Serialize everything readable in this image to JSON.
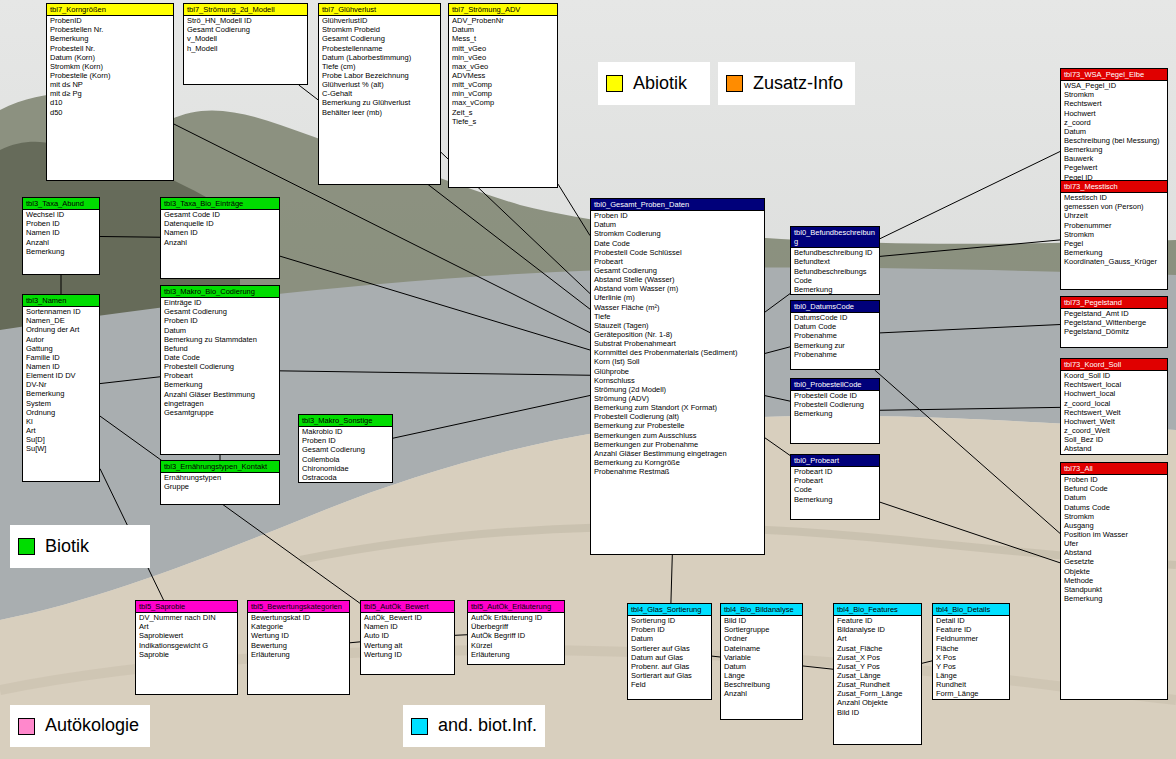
{
  "diagram": {
    "nodes": [
      {
        "text": [
          "tbl7_Korngrößen",
          "ProbenID",
          "Probestellen Nr.",
          "Bemerkung",
          "Probestell Nr.",
          "Datum (Korn)",
          "Stromkm (Korn)",
          "Probestelle (Korn)",
          "mit d≤ NP",
          "mit d≥ Pg",
          "d10",
          "d50"
        ]
      },
      {
        "text": [
          "tbl7_Strömung_2d_Modell",
          "Strö_HN_Modell ID",
          "Gesamt Codierung",
          "v_Modell",
          "h_Modell"
        ]
      },
      {
        "text": [
          "tbl7_Glühverlust",
          "GlühverlustID",
          "Stromkm Probeid",
          "Gesamt Codierung",
          "Probestellenname",
          "Datum (Laborbestimmung)",
          "Tiefe (cm)",
          "Probe Labor Bezeichnung",
          "Glühverlust % (alt)",
          "C-Gehalt",
          "Bemerkung zu Glühverlust",
          "Behälter leer (mb)"
        ]
      },
      {
        "text": [
          "tbl7_Strömung_ADV",
          "ADV_ProbenNr",
          "Datum",
          "Mess_t",
          "mitt_vGeo",
          "min_vGeo",
          "max_vGeo",
          "ADVMess",
          "mitt_vComp",
          "min_vComp",
          "max_vComp",
          "Zeit_s",
          "Tiefe_s"
        ]
      },
      {
        "text": [
          "tbl3_Taxa_Abund",
          "Wechsel ID",
          "Proben ID",
          "Namen ID",
          "Anzahl",
          "Bemerkung"
        ]
      },
      {
        "text": [
          "tbl3_Taxa_Bio_Einträge",
          "Gesamt Code ID",
          "Datenquelle ID",
          "Namen ID",
          "Anzahl"
        ]
      },
      {
        "text": [
          "tbl3_Namen",
          "Sortennamen ID",
          "Namen_DE",
          "Ordnung der Art",
          "Autor",
          "Gattung",
          "Familie ID",
          "Namen ID",
          "Element ID DV",
          "DV-Nr",
          "Bemerkung",
          "System",
          "Ordnung",
          "Kl",
          "Art",
          "Su[D]",
          "Su[W]"
        ]
      },
      {
        "text": [
          "tbl3_Makro_Bio_Codierung",
          "Einträge ID",
          "Gesamt Codierung",
          "Proben ID",
          "Datum",
          "Bemerkung zu Stammdaten",
          "Befund",
          "Date Code",
          "Probestell Codierung",
          "Probeart",
          "Bemerkung",
          "Anzahl Gläser Bestimmung eingetragen",
          "Gesamtgruppe"
        ]
      },
      {
        "text": [
          "tbl3_Ernährungstypen_Kontakt",
          "Ernährungstypen",
          "Gruppe"
        ]
      },
      {
        "text": [
          "tbl3_Makro_Sonstige",
          "Makrobio ID",
          "Proben ID",
          "Gesamt Codierung",
          "Collembola",
          "Chironomidae",
          "Ostracoda"
        ]
      },
      {
        "text": [
          "tbl0_Gesamt_Proben_Daten",
          "Proben ID",
          "Datum",
          "Stromkm Codierung",
          "Date Code",
          "Probestell Code Schlüssel",
          "Probeart",
          "Gesamt Codierung",
          "Abstand Stelle (Wasser)",
          "Abstand vom Wasser (m)",
          "Uferlinie (m)",
          "Wasser Fläche (m²)",
          "Tiefe",
          "Stauzeit (Tagen)",
          "Geräteposition (Nr. 1-8)",
          "Substrat Probenahmeart",
          "Kornmittel des Probenmaterials (Sediment)",
          "Korn (Ist) Soll",
          "Glühprobe",
          "Kornschluss",
          "Strömung (2d Modell)",
          "Strömung (ADV)",
          "Bemerkung zum Standort (X Format)",
          "Probestell Codierung (alt)",
          "Bemerkung zur Probestelle",
          "Bemerkungen zum Ausschluss",
          "Bemerkungen zur Probenahme",
          "Anzahl Gläser Bestimmung eingetragen",
          "Bemerkung zu Korngröße",
          "Probenahme Restmaß"
        ]
      },
      {
        "text": [
          "tbl0_Befundbeschreibung",
          "Befundbeschreibung ID",
          "Befundtext",
          "Befundbeschreibungs Code",
          "Bemerkung"
        ]
      },
      {
        "text": [
          "tbl0_DatumsCode",
          "DatumsCode ID",
          "Datum Code",
          "Probenahme",
          "Bemerkung zur Probenahme"
        ]
      },
      {
        "text": [
          "tbl0_ProbestellCode",
          "Probestell Code ID",
          "Probestell Codierung",
          "Bemerkung"
        ]
      },
      {
        "text": [
          "tbl0_Probeart",
          "Probeart ID",
          "Probeart",
          "Code",
          "Bemerkung"
        ]
      },
      {
        "text": [
          "tbl73_WSA_Pegel_Elbe",
          "WSA_Pegel_ID",
          "Stromkm",
          "Rechtswert",
          "Hochwert",
          "z_coord",
          "Datum",
          "Beschreibung (bei Messung)",
          "Bemerkung",
          "Bauwerk",
          "Pegelwert",
          "Pegel ID"
        ]
      },
      {
        "text": [
          "tbl73_Messtisch",
          "Messtisch ID",
          "gemessen von (Person)",
          "Uhrzeit",
          "Probenummer",
          "Stromkm",
          "Pegel",
          "Bemerkung",
          "Koordinaten_Gauss_Krüger"
        ]
      },
      {
        "text": [
          "tbl73_Pegelstand",
          "Pegelstand_Amt ID",
          "Pegelstand_Wittenberge",
          "Pegelstand_Dömitz"
        ]
      },
      {
        "text": [
          "tbl73_Koord_Soll",
          "Koord_Soll ID",
          "Rechtswert_local",
          "Hochwert_local",
          "z_coord_local",
          "Rechtswert_Welt",
          "Hochwert_Welt",
          "z_coord_Welt",
          "Soll_Bez ID",
          "Abstand"
        ]
      },
      {
        "text": [
          "tbl73_All",
          "Proben ID",
          "Befund Code",
          "Datum",
          "Datums Code",
          "Stromkm",
          "Ausgang",
          "Position im Wasser",
          "Ufer",
          "Abstand",
          "Gesetzte",
          "Objekte",
          "Methode",
          "Standpunkt",
          "Bemerkung"
        ]
      },
      {
        "text": [
          "tbl5_Saprobie",
          "DV_Nummer nach DIN",
          "Art",
          "Saprobiewert",
          "Indikationsgewicht G",
          "Saprobie"
        ]
      },
      {
        "text": [
          "tbl5_Bewertungskategorien",
          "Bewertungskat ID",
          "Kategorie",
          "Wertung ID",
          "Bewertung",
          "Erläuterung"
        ]
      },
      {
        "text": [
          "tbl5_AutÖk_Bewert",
          "AutÖk_Bewert ID",
          "Namen ID",
          "Auto ID",
          "Wertung alt",
          "Wertung ID"
        ]
      },
      {
        "text": [
          "tbl5_AutÖk_Erläuterung",
          "AutÖk Erläuterung ID",
          "Überbegriff",
          "AutÖk Begriff ID",
          "Kürzel",
          "Erläuterung"
        ]
      },
      {
        "text": [
          "tbl4_Glas_Sortierung",
          "Sortierung ID",
          "Proben ID",
          "Datum",
          "Sortierer auf Glas",
          "Datum auf Glas",
          "Probenr. auf Glas",
          "Sortierart auf Glas",
          "Feld"
        ]
      },
      {
        "text": [
          "tbl4_Bio_Bildanalyse",
          "Bild ID",
          "Sortiergruppe",
          "Ordner",
          "Dateiname",
          "Variable",
          "Datum",
          "Länge",
          "Beschreibung",
          "Anzahl"
        ]
      },
      {
        "text": [
          "tbl4_Bio_Features",
          "Feature ID",
          "Bildanalyse ID",
          "Art",
          "Zusat_Fläche",
          "Zusat_X Pos",
          "Zusat_Y Pos",
          "Zusat_Länge",
          "Zusat_Rundheit",
          "Zusat_Form_Länge",
          "Anzahl Objekte",
          "Bild ID"
        ]
      },
      {
        "text": [
          "tbl4_Bio_Details",
          "Detail ID",
          "Feature ID",
          "Feldnummer",
          "Fläche",
          "X Pos",
          "Y Pos",
          "Länge",
          "Rundheit",
          "Form_Länge"
        ]
      }
    ],
    "edges": [
      {
        "from": 0,
        "to": 10,
        "arrow": "none"
      },
      {
        "from": 1,
        "to": 10,
        "arrow": "none"
      },
      {
        "from": 2,
        "to": 10,
        "arrow": "none"
      },
      {
        "from": 3,
        "to": 10,
        "arrow": "none"
      },
      {
        "from": 4,
        "to": 5,
        "arrow": "none"
      },
      {
        "from": 4,
        "to": 6,
        "arrow": "none"
      },
      {
        "from": 5,
        "to": 10,
        "arrow": "none"
      },
      {
        "from": 6,
        "to": 7,
        "arrow": "none"
      },
      {
        "from": 7,
        "to": 10,
        "arrow": "none"
      },
      {
        "from": 8,
        "to": 7,
        "arrow": "none"
      },
      {
        "from": 9,
        "to": 10,
        "arrow": "none"
      },
      {
        "from": 10,
        "to": 11,
        "arrow": "none"
      },
      {
        "from": 10,
        "to": 12,
        "arrow": "none"
      },
      {
        "from": 10,
        "to": 13,
        "arrow": "none"
      },
      {
        "from": 10,
        "to": 14,
        "arrow": "none"
      },
      {
        "from": 11,
        "to": 15,
        "arrow": "none"
      },
      {
        "from": 11,
        "to": 16,
        "arrow": "none"
      },
      {
        "from": 12,
        "to": 17,
        "arrow": "none"
      },
      {
        "from": 13,
        "to": 18,
        "arrow": "none"
      },
      {
        "from": 14,
        "to": 19,
        "arrow": "none"
      },
      {
        "from": 12,
        "to": 19,
        "arrow": "none"
      },
      {
        "from": 20,
        "to": 6,
        "arrow": "none"
      },
      {
        "from": 21,
        "to": 22,
        "arrow": "none"
      },
      {
        "from": 22,
        "to": 23,
        "arrow": "none"
      },
      {
        "from": 22,
        "to": 6,
        "arrow": "none"
      },
      {
        "from": 24,
        "to": 10,
        "arrow": "none"
      },
      {
        "from": 24,
        "to": 25,
        "arrow": "none"
      },
      {
        "from": 25,
        "to": 26,
        "arrow": "none"
      },
      {
        "from": 26,
        "to": 27,
        "arrow": "none"
      }
    ],
    "legend": [
      {
        "text": "Abiotik",
        "color": "#ffff00"
      },
      {
        "text": "Zusatz-Info",
        "color": "#ff8c00"
      },
      {
        "text": "Biotik",
        "color": "#00dd00"
      },
      {
        "text": "Autökologie",
        "color": "#ff88cc"
      },
      {
        "text": "and. biot.Inf.",
        "color": "#00e0ff"
      }
    ]
  }
}
